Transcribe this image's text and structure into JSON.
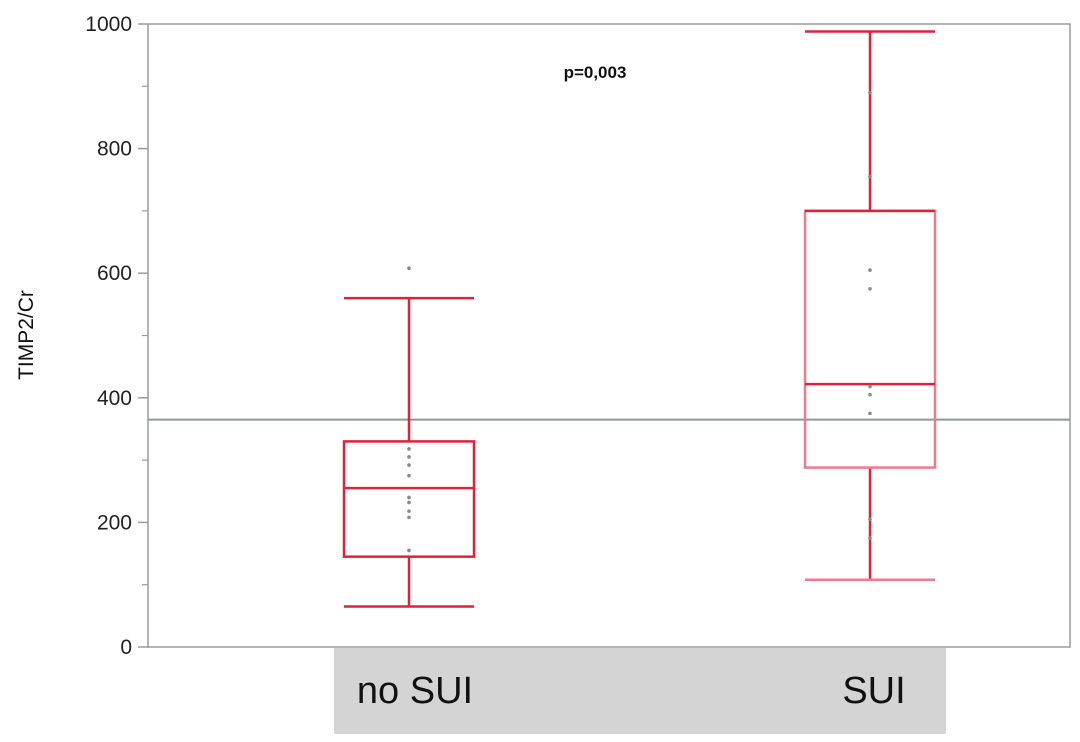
{
  "chart_data": {
    "type": "box",
    "ylabel": "TIMP2/Cr",
    "xlabel": "",
    "ylim": [
      0,
      1000
    ],
    "yticks": [
      0,
      200,
      400,
      600,
      800,
      1000
    ],
    "annotation": "p=0,003",
    "reference_line": 365,
    "categories": [
      "no SUI",
      "SUI"
    ],
    "groups": [
      {
        "label": "no SUI",
        "whisker_low": 65,
        "q1": 145,
        "median": 255,
        "q3": 330,
        "whisker_high": 560,
        "points": [
          608,
          318,
          305,
          292,
          275,
          240,
          232,
          218,
          208,
          155
        ]
      },
      {
        "label": "SUI",
        "whisker_low": 108,
        "q1": 288,
        "median": 422,
        "q3": 700,
        "whisker_high": 988,
        "points": [
          890,
          755,
          605,
          575,
          418,
          405,
          375,
          205,
          175
        ]
      }
    ],
    "colors": {
      "box": "#e0213a",
      "box_light": "#f07a8a",
      "points": "#888888",
      "reference_line": "#8a9a94",
      "axis": "#9a9a9a",
      "category_bg": "#d4d4d4"
    }
  }
}
